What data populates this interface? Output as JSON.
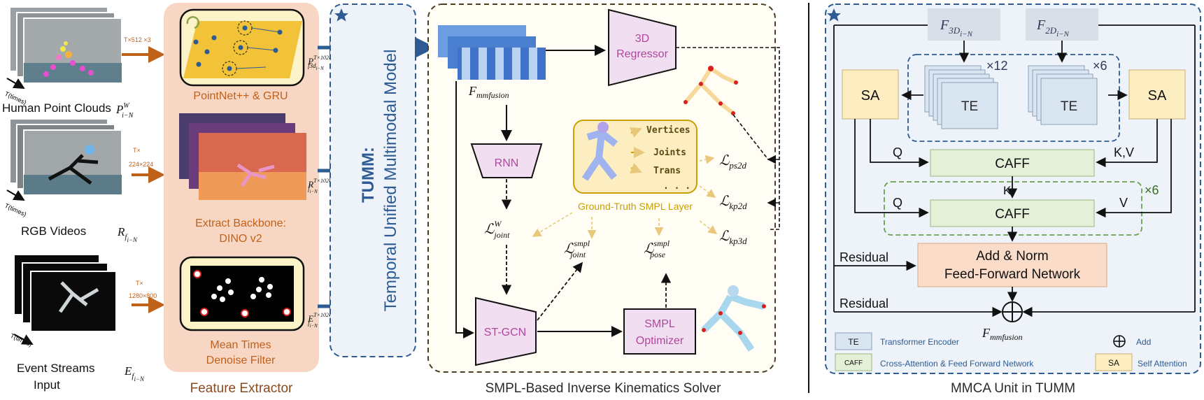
{
  "colors": {
    "orange_arrow": "#c0611a",
    "blue_arrow": "#2d5b93",
    "feature_bg": "#f7d7c4",
    "tumm_bg": "#eef3fa",
    "smpl_bg": "#fffdf4",
    "purple_box": "#f1dff1",
    "yellow_box": "#fdeec2",
    "green_box": "#e4f0d8",
    "peach_box": "#fadcc8",
    "te_box": "#d9e6f2",
    "mmca_bg": "#eef2f9",
    "gold_text": "#c8a000"
  },
  "inputs": {
    "point_clouds": {
      "label": "Human Point Clouds",
      "symbol": "P",
      "sup": "W",
      "sub": "i−N",
      "dims": "T×512 ×3",
      "time_label": "T(times)"
    },
    "rgb_videos": {
      "label": "RGB Videos",
      "symbol": "R",
      "sub": "f",
      "subsub": "i−N",
      "dims_top": "T×",
      "dims_bottom": "224×224",
      "time_label": "T(times)"
    },
    "event_streams": {
      "label_line1": "Event Streams",
      "label_line2": "Input",
      "symbol": "E",
      "sub": "f",
      "subsub": "i−N",
      "dims_top": "T×",
      "dims_bottom": "1280×800",
      "time_label": "T(times)"
    }
  },
  "feature_extractor": {
    "title": "Feature Extractor",
    "pointnet_label": "PointNet++ & GRU",
    "dino_label_line1": "Extract Backbone:",
    "dino_label_line2": "DINO v2",
    "denoise_label_line1": "Mean Times",
    "denoise_label_line2": "Denoise Filter",
    "feat_p": {
      "symbol": "P",
      "sup": "T×1024",
      "sub": "f3d",
      "subsub": "i−N"
    },
    "feat_r": {
      "symbol": "R",
      "sup": "T×1024",
      "sub": "f",
      "subsub": "i−N"
    },
    "feat_e": {
      "symbol": "E",
      "sup": "T×1024",
      "sub": "f",
      "subsub": "i−N"
    }
  },
  "tumm": {
    "title_short": "TUMM:",
    "title_long": "Temporal Unified Multimodal Model"
  },
  "smpl_solver": {
    "title": "SMPL-Based Inverse Kinematics Solver",
    "fusion_label": "F",
    "fusion_sub": "mmfusion",
    "regressor_line1": "3D",
    "regressor_line2": "Regressor",
    "rnn_label": "RNN",
    "stgcn_label": "ST-GCN",
    "optimizer_line1": "SMPL",
    "optimizer_line2": "Optimizer",
    "gt_layer_label": "Ground-Truth SMPL Layer",
    "outputs": [
      "Vertices",
      "Joints",
      "Trans",
      ". . ."
    ],
    "losses": {
      "ps2d": "ps2d",
      "kp2d": "kp2d",
      "kp3d": "kp3d",
      "joint_w_sup": "W",
      "joint_w_sub": "joint",
      "joint_smpl_sup": "smpl",
      "joint_smpl_sub": "joint",
      "pose_smpl_sup": "smpl",
      "pose_smpl_sub": "pose"
    }
  },
  "mmca": {
    "title": "MMCA Unit in TUMM",
    "f3d_symbol": "F",
    "f3d_sub": "3D",
    "f3d_subsub": "i−N",
    "f2d_symbol": "F",
    "f2d_sub": "2D",
    "f2d_subsub": "i−N",
    "sa_label": "SA",
    "te_label": "TE",
    "times_12": "×12",
    "times_6": "×6",
    "times_6b": "×6",
    "caff_label": "CAFF",
    "q_label": "Q",
    "kv_label": "K,V",
    "k_label": "K",
    "v_label": "V",
    "addnorm_line1": "Add & Norm",
    "addnorm_line2": "Feed-Forward Network",
    "residual_label": "Residual",
    "residual_label_2": "Residual",
    "fusion_symbol": "F",
    "fusion_sub": "mmfusion"
  },
  "legend": {
    "te_key": "TE",
    "te_desc": "Transformer Encoder",
    "caff_key": "CAFF",
    "caff_desc": "Cross-Attention & Feed Forward Network",
    "add_desc": "Add",
    "sa_key": "SA",
    "sa_desc": "Self Attention"
  }
}
